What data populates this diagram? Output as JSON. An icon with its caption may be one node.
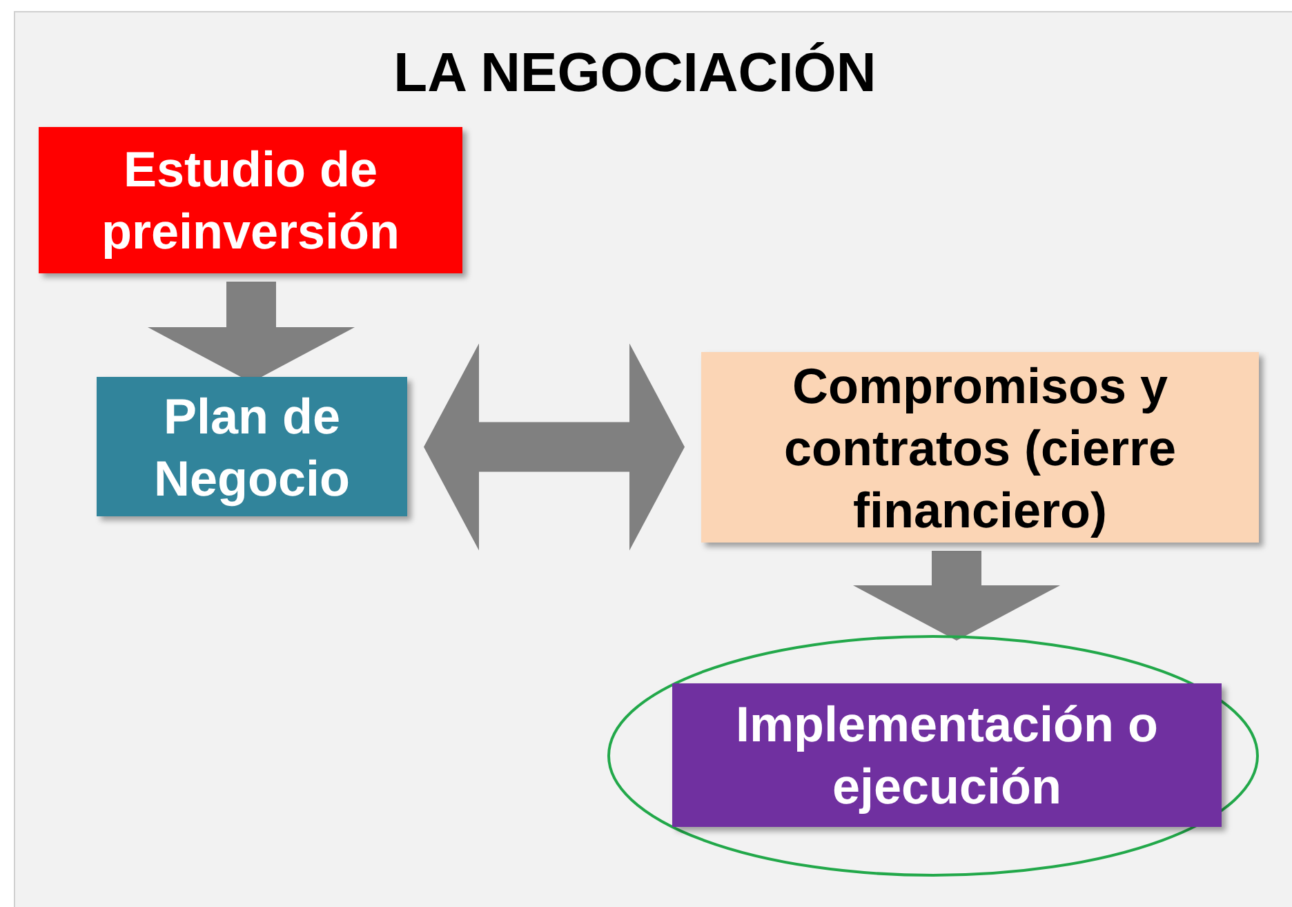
{
  "diagram": {
    "title": "LA NEGOCIACIÓN",
    "nodes": [
      {
        "text": [
          "Estudio de preinversión"
        ]
      },
      {
        "text": [
          "Plan de Negocio"
        ]
      },
      {
        "text": [
          "Compromisos y contratos (cierre financiero)"
        ]
      },
      {
        "text": [],
        "shape": "circle"
      },
      {
        "text": [
          "Implementación o ejecución"
        ],
        "in": 3
      }
    ],
    "edges": [
      {
        "from": 0,
        "to": 1,
        "arrow": "to"
      },
      {
        "from": 1,
        "to": 2,
        "arrow": "both"
      },
      {
        "from": 2,
        "to": 3,
        "arrow": "to"
      }
    ]
  }
}
